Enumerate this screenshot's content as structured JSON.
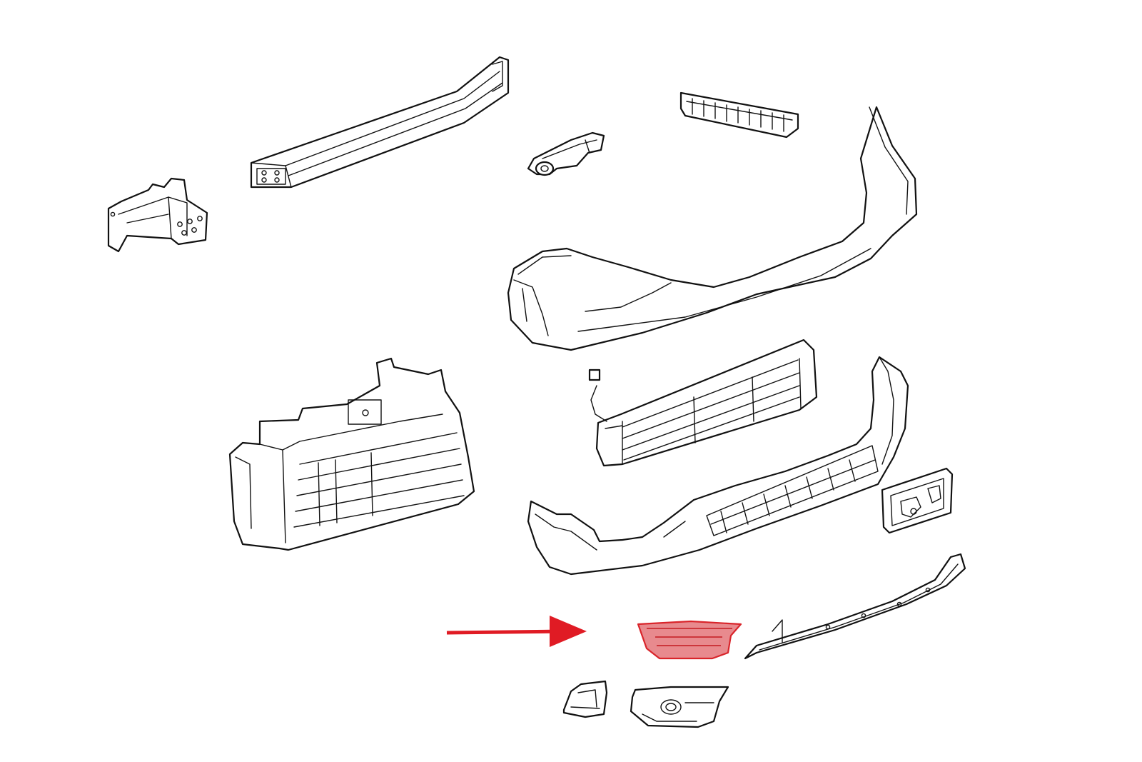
{
  "colors": {
    "background": "#ffffff",
    "line": "#111111",
    "highlight_fill": "#e88a8e",
    "highlight_stroke": "#d9252b",
    "arrow": "#e01b24"
  },
  "parts": [
    {
      "name": "bumper-reinforcement-beam",
      "highlighted": false
    },
    {
      "name": "bumper-mounting-bracket",
      "highlighted": false
    },
    {
      "name": "sensor-bracket",
      "highlighted": false
    },
    {
      "name": "upper-bumper-support-rail",
      "highlighted": false
    },
    {
      "name": "upper-bumper-cover",
      "highlighted": false
    },
    {
      "name": "radiator-grille-shutter-assembly",
      "highlighted": false
    },
    {
      "name": "active-grille-shutter",
      "highlighted": false
    },
    {
      "name": "lower-bumper-cover",
      "highlighted": false
    },
    {
      "name": "license-plate-bracket",
      "highlighted": false
    },
    {
      "name": "lower-trim-strip",
      "highlighted": false
    },
    {
      "name": "fog-lamp-bezel-upper",
      "highlighted": true
    },
    {
      "name": "fog-lamp-bezel-lower",
      "highlighted": false
    },
    {
      "name": "small-corner-cap",
      "highlighted": false
    }
  ],
  "pointer": {
    "icon": "red-arrow-icon",
    "target": "fog-lamp-bezel-upper"
  }
}
